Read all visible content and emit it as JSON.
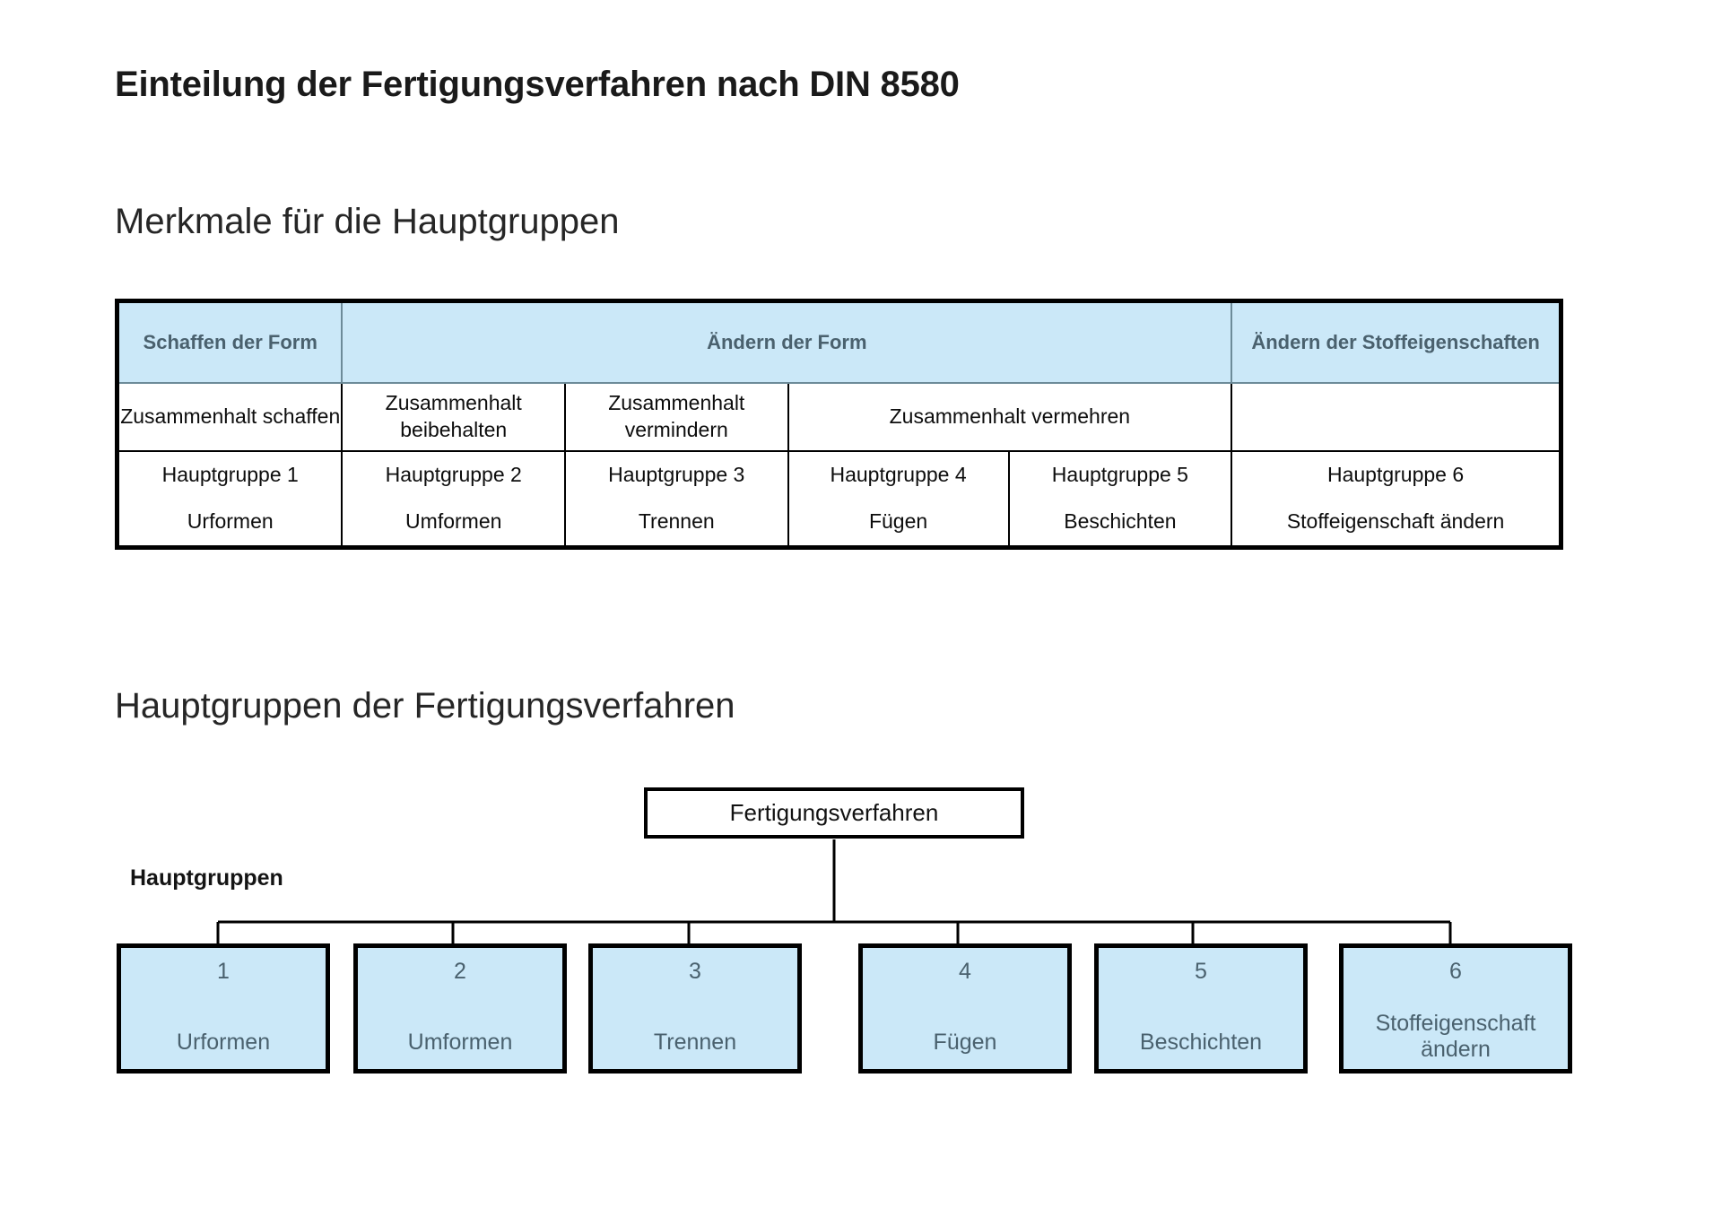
{
  "document": {
    "title": "Einteilung der Fertigungsverfahren nach DIN 8580",
    "section_merkmale": "Merkmale für die Hauptgruppen",
    "section_hauptgruppen": "Hauptgruppen der Fertigungsverfahren"
  },
  "colors": {
    "box_fill": "#cbe8f8",
    "box_text": "#4a616e",
    "border": "#000000",
    "body_text": "#0d0d0d"
  },
  "table": {
    "header": [
      "Schaffen der Form",
      "Ändern der Form",
      "Ändern der Stoffeigenschaften"
    ],
    "criteria": [
      "Zusammenhalt schaffen",
      "Zusammenhalt beibehalten",
      "Zusammenhalt vermindern",
      "Zusammenhalt vermehren",
      ""
    ],
    "groups": [
      {
        "label": "Hauptgruppe 1",
        "name": "Urformen"
      },
      {
        "label": "Hauptgruppe 2",
        "name": "Umformen"
      },
      {
        "label": "Hauptgruppe 3",
        "name": "Trennen"
      },
      {
        "label": "Hauptgruppe 4",
        "name": "Fügen"
      },
      {
        "label": "Hauptgruppe 5",
        "name": "Beschichten"
      },
      {
        "label": "Hauptgruppe 6",
        "name": "Stoffeigenschaft ändern"
      }
    ]
  },
  "tree": {
    "root": "Fertigungsverfahren",
    "level_label": "Hauptgruppen",
    "nodes": [
      {
        "num": "1",
        "name": "Urformen"
      },
      {
        "num": "2",
        "name": "Umformen"
      },
      {
        "num": "3",
        "name": "Trennen"
      },
      {
        "num": "4",
        "name": "Fügen"
      },
      {
        "num": "5",
        "name": "Beschichten"
      },
      {
        "num": "6",
        "name": "Stoffeigenschaft ändern"
      }
    ]
  }
}
